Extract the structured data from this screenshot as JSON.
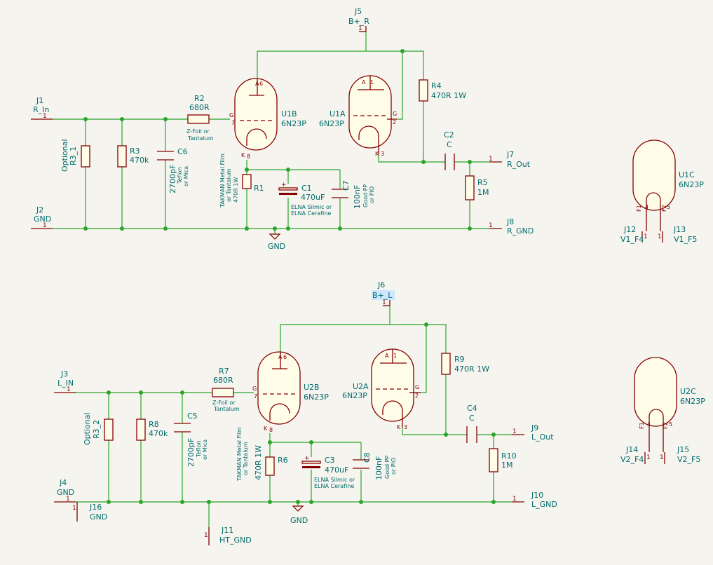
{
  "labels": {
    "j1": "J1",
    "r_in": "R_In",
    "j2": "J2",
    "gnd_j2": "GND",
    "optional_r": "Optional",
    "r3_1": "R3_1",
    "r3": "R3",
    "r3_val": "470k",
    "c6": "C6",
    "c6_val": "2700pF",
    "c6_note1": "Teflon",
    "c6_note2": "or Mica",
    "r2": "R2",
    "r2_val": "680R",
    "r2_note1": "Z-Foil or",
    "r2_note2": "Tantalum",
    "u1b": "U1B",
    "u1b_type": "6N23P",
    "u1a": "U1A",
    "u1a_type": "6N23P",
    "r1": "R1",
    "r1_note1": "TAKMAN Metal Film",
    "r1_note2": "or Tantalum",
    "r1_note3": "470R 1W",
    "c1": "C1",
    "c1_val": "470uF",
    "c1_note1": "ELNA Silmic or",
    "c1_note2": "ELNA Cerafine",
    "c7": "C7",
    "c7_val": "100nF",
    "c7_note1": "Good PP",
    "c7_note2": "or PIO",
    "gnd_r": "GND",
    "j5": "J5",
    "bplus_r": "B+_R",
    "r4": "R4",
    "r4_val": "470R 1W",
    "c2": "C2",
    "c2_val": "C",
    "j7": "J7",
    "r_out": "R_Out",
    "r5": "R5",
    "r5_val": "1M",
    "j8": "J8",
    "r_gnd": "R_GND",
    "u1c": "U1C",
    "u1c_type": "6N23P",
    "j12": "J12",
    "v1_f4": "V1_F4",
    "j13": "J13",
    "v1_f5": "V1_F5",
    "j3": "J3",
    "l_in": "L_IN",
    "j4": "J4",
    "gnd_j4": "GND",
    "optional_l": "Optional",
    "r3_2": "R3_2",
    "r8": "R8",
    "r8_val": "470k",
    "c5": "C5",
    "c5_val": "2700pF",
    "c5_note1": "Teflon",
    "c5_note2": "or Mica",
    "r7": "R7",
    "r7_val": "680R",
    "r7_note1": "Z-Foil or",
    "r7_note2": "Tantalum",
    "u2b": "U2B",
    "u2b_type": "6N23P",
    "u2a": "U2A",
    "u2a_type": "6N23P",
    "r6": "R6",
    "r6_note1": "TAKMAN Metal Film",
    "r6_note2": "or Tantalum",
    "r6_note3": "470R 1W",
    "c3": "C3",
    "c3_val": "470uF",
    "c3_note1": "ELNA Silmic or",
    "c3_note2": "ELNA Cerafine",
    "c8": "C8",
    "c8_val": "100nF",
    "c8_note1": "Good PP",
    "c8_note2": "or PIO",
    "gnd_l": "GND",
    "j6": "J6",
    "bplus_l": "B+_L",
    "r9": "R9",
    "r9_val": "470R 1W",
    "c4": "C4",
    "c4_val": "C",
    "j9": "J9",
    "l_out": "L_Out",
    "r10": "R10",
    "r10_val": "1M",
    "j10": "J10",
    "l_gnd": "L_GND",
    "j16": "J16",
    "gnd_j16": "GND",
    "j11": "J11",
    "ht_gnd": "HT_GND",
    "u2c": "U2C",
    "u2c_type": "6N23P",
    "j14": "J14",
    "v2_f4": "V2_F4",
    "j15": "J15",
    "v2_f5": "V2_F5"
  },
  "pins": {
    "one": "1",
    "two": "2",
    "three": "3",
    "four": "4",
    "five": "5",
    "six": "6",
    "seven": "7",
    "eight": "8",
    "a": "A",
    "g": "G",
    "k": "K",
    "f1": "F1",
    "f2": "F2",
    "plus": "+"
  },
  "colors": {
    "wire": "#2aa52a",
    "component": "#840000",
    "label": "#006b6b",
    "background": "#f5f4ef"
  }
}
